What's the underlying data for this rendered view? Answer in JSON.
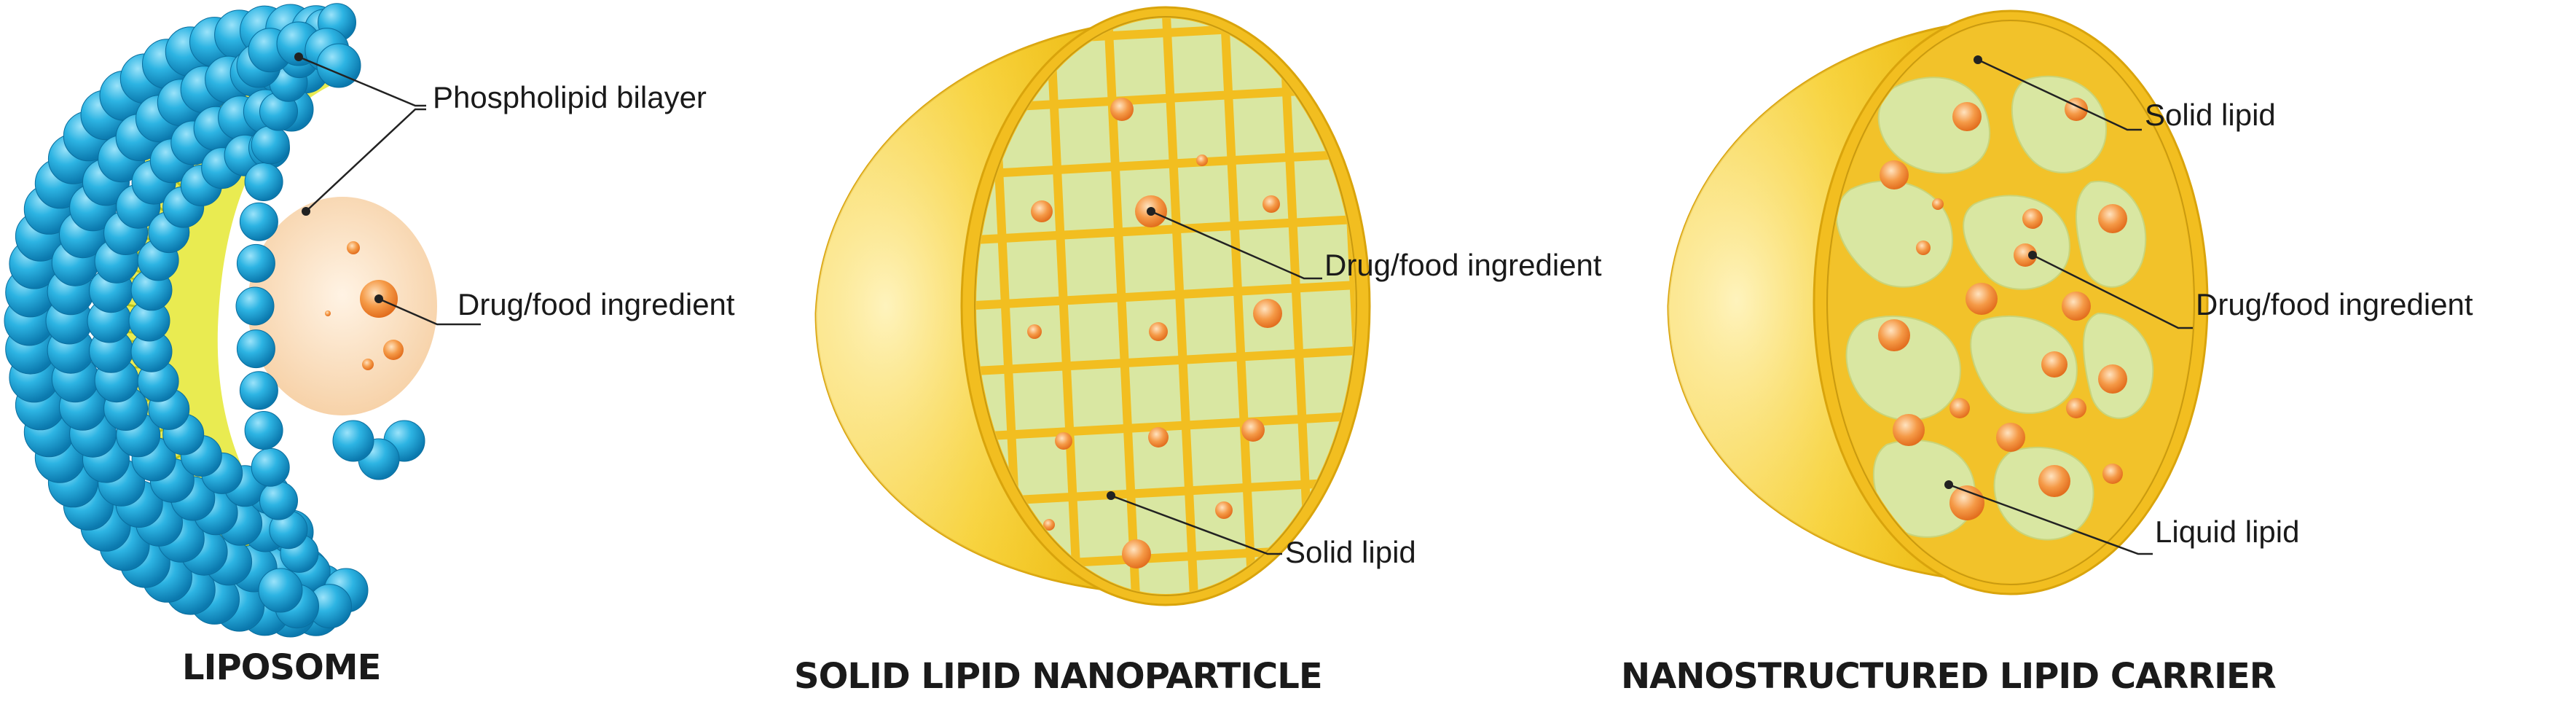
{
  "panels": [
    {
      "title": "LIPOSOME",
      "labels": [
        "Phospholipid bilayer",
        "Drug/food ingredient"
      ]
    },
    {
      "title": "SOLID LIPID NANOPARTICLE",
      "labels": [
        "Drug/food ingredient",
        "Solid lipid"
      ]
    },
    {
      "title": "NANOSTRUCTURED LIPID CARRIER",
      "labels": [
        "Solid lipid",
        "Drug/food ingredient",
        "Liquid lipid"
      ]
    }
  ],
  "colors": {
    "bilayer_blue": "#1EA6D6",
    "bilayer_yellow": "#E5E832",
    "core_peach": "#F8D2A8",
    "shell_gold": "#F3C61C",
    "matrix_green": "#D9E7A2",
    "grid_gold": "#F2BE20",
    "droplet_orange": "#F08A3A"
  }
}
